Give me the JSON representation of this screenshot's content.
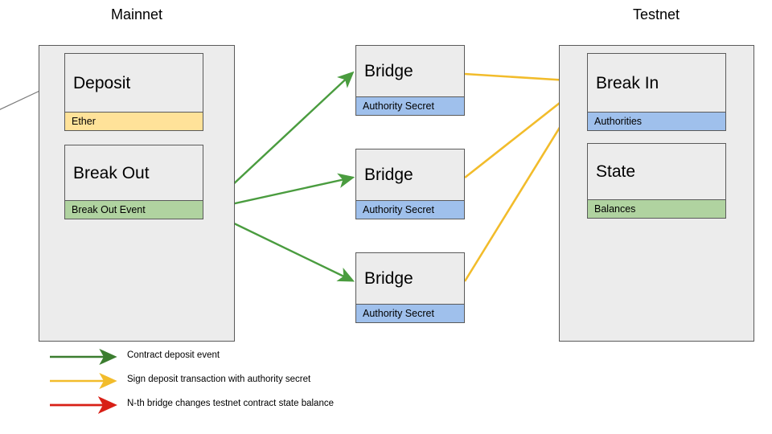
{
  "diagram": {
    "title_mainnet": "Mainnet",
    "title_testnet": "Testnet"
  },
  "mainnet": {
    "label": "Mainnet",
    "nodes": [
      {
        "title": "Deposit",
        "band": "Ether",
        "band_color": "#ffe299"
      },
      {
        "title": "Break Out",
        "band": "Break Out Event",
        "band_color": "#b0d3a0"
      }
    ]
  },
  "bridges": {
    "nodes": [
      {
        "title": "Bridge",
        "band": "Authority Secret",
        "band_color": "#9fc0ec"
      },
      {
        "title": "Bridge",
        "band": "Authority Secret",
        "band_color": "#9fc0ec"
      },
      {
        "title": "Bridge",
        "band": "Authority Secret",
        "band_color": "#9fc0ec"
      }
    ]
  },
  "testnet": {
    "label": "Testnet",
    "nodes": [
      {
        "title": "Break In",
        "band": "Authorities",
        "band_color": "#9fc0ec"
      },
      {
        "title": "State",
        "band": "Balances",
        "band_color": "#b0d3a0"
      }
    ]
  },
  "legend": {
    "items": [
      {
        "color": "#3b7d2f",
        "label": "Contract deposit event"
      },
      {
        "color": "#f2bc2b",
        "label": "Sign deposit transaction with authority secret"
      },
      {
        "color": "#d81f16",
        "label": "N-th bridge changes testnet contract state balance"
      }
    ]
  },
  "colors": {
    "green_arrow": "#4a9c3f",
    "yellow_arrow": "#f2bc2b",
    "red_arrow": "#d81f16",
    "gray_arrow": "#7b7b7b",
    "panel_fill": "#ececec",
    "stroke": "#5a5a5a"
  }
}
